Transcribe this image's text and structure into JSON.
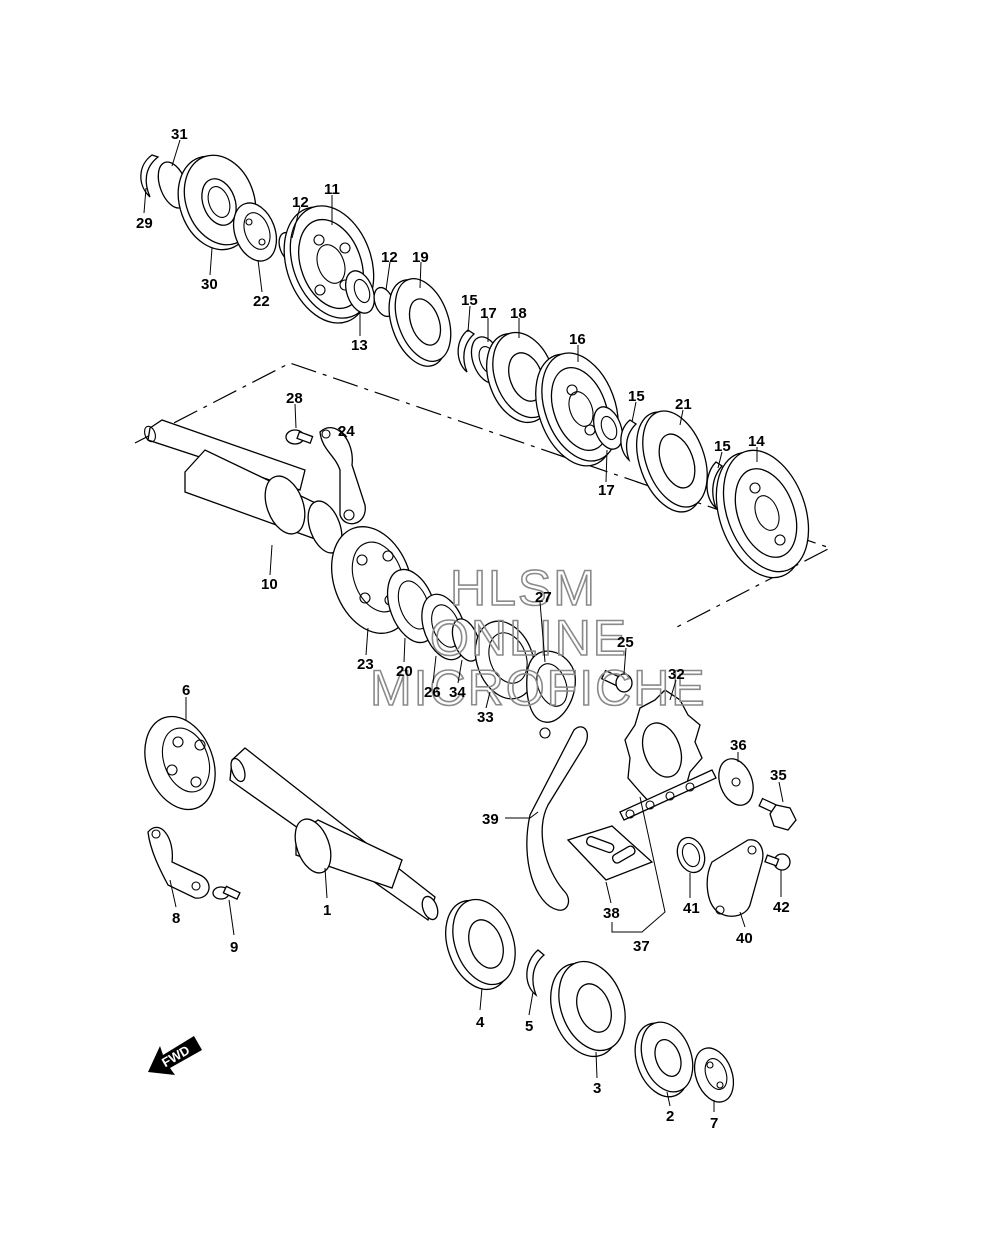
{
  "watermark": {
    "line1": "HLSM",
    "line2": "ONLINE",
    "line3": "MICROFICHE"
  },
  "direction_badge": {
    "label": "FWD"
  },
  "part_labels": {
    "p1": "1",
    "p2": "2",
    "p3": "3",
    "p4": "4",
    "p5": "5",
    "p6": "6",
    "p7": "7",
    "p8": "8",
    "p9": "9",
    "p10": "10",
    "p11": "11",
    "p12a": "12",
    "p12b": "12",
    "p13": "13",
    "p14": "14",
    "p15a": "15",
    "p15b": "15",
    "p15c": "15",
    "p16": "16",
    "p17a": "17",
    "p17b": "17",
    "p18": "18",
    "p19": "19",
    "p20": "20",
    "p21": "21",
    "p22": "22",
    "p23": "23",
    "p24": "24",
    "p25": "25",
    "p26": "26",
    "p27": "27",
    "p28": "28",
    "p29": "29",
    "p30": "30",
    "p31": "31",
    "p32": "32",
    "p33": "33",
    "p34": "34",
    "p35": "35",
    "p36": "36",
    "p37": "37",
    "p38": "38",
    "p39": "39",
    "p40": "40",
    "p41": "41",
    "p42": "42"
  },
  "colors": {
    "line": "#000000",
    "watermark": "#8a8a8a",
    "background": "#ffffff"
  }
}
